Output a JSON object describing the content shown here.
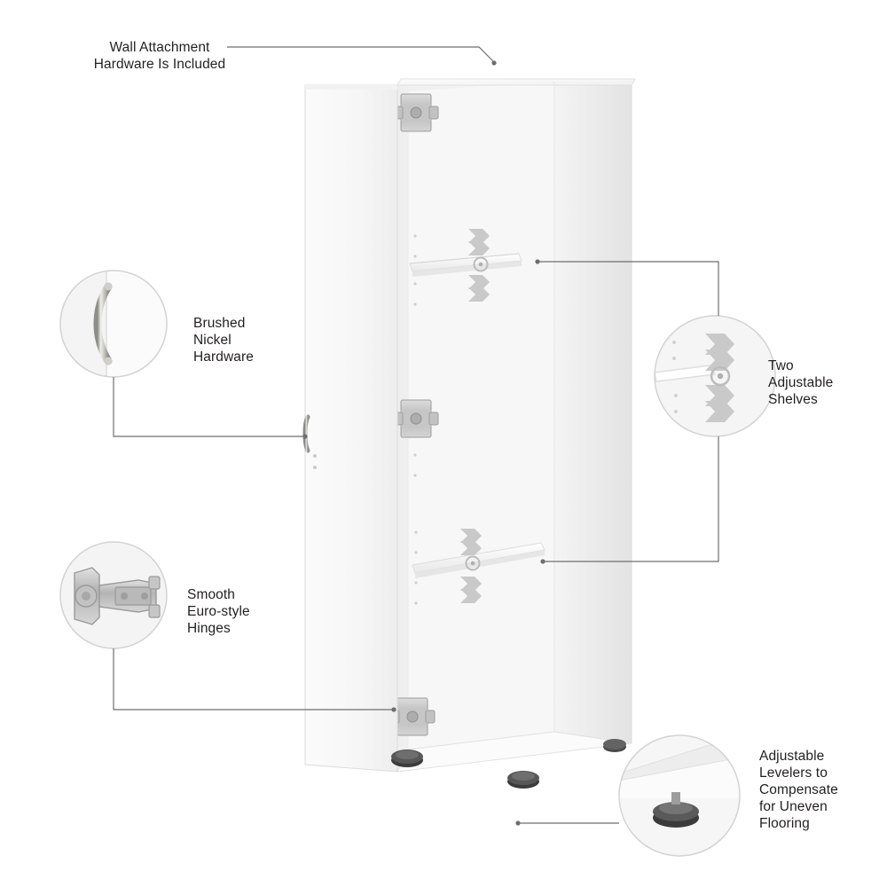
{
  "diagram": {
    "type": "product-feature-callout",
    "product": "white tall storage cabinet with single door, two adjustable shelves and levelers",
    "background_color": "#ffffff",
    "line_color": "#6d6e71",
    "text_color": "#231f20"
  },
  "callouts": [
    {
      "id": "wall-attachment",
      "label": "Wall Attachment\nHardware Is Included",
      "position": "top-left",
      "anchor_point": "cabinet top panel"
    },
    {
      "id": "brushed-nickel-hardware",
      "label": "Brushed\nNickel\nHardware",
      "position": "left",
      "has_detail_circle": true,
      "detail_icon": "door-handle-icon"
    },
    {
      "id": "euro-style-hinges",
      "label": "Smooth\nEuro-style\nHinges",
      "position": "left",
      "has_detail_circle": true,
      "detail_icon": "hinge-icon"
    },
    {
      "id": "adjustable-shelves",
      "label": "Two\nAdjustable\nShelves",
      "position": "right",
      "has_detail_circle": true,
      "detail_icon": "shelf-pin-icon"
    },
    {
      "id": "adjustable-levelers",
      "label": "Adjustable\nLevelers to\nCompensate\nfor Uneven\nFlooring",
      "position": "bottom-right",
      "has_detail_circle": true,
      "detail_icon": "leveler-foot-icon"
    }
  ]
}
